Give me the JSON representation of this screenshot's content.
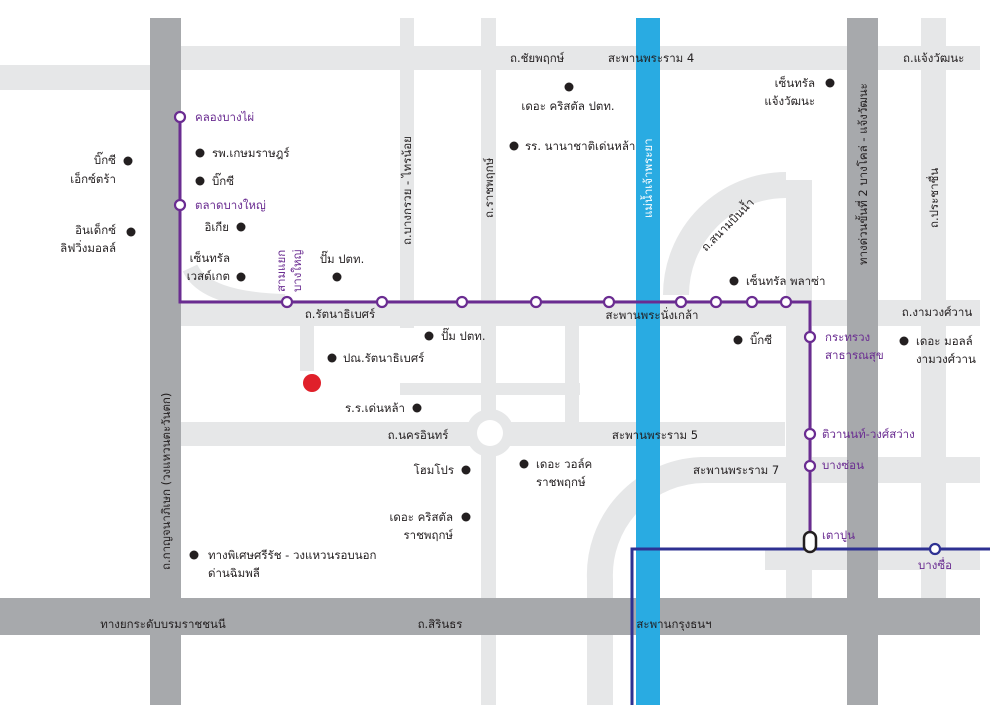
{
  "colors": {
    "purple_line": "#6a2c91",
    "blue_line": "#2e3192",
    "river": "#29abe2",
    "road_light": "#e6e7e8",
    "road_major": "#a7a9ac",
    "location_marker": "#e0202a"
  },
  "roads": {
    "chaiyaphruek": "ถ.ชัยพฤกษ์",
    "rama4_bridge": "สะพานพระราม 4",
    "chaengwattana": "ถ.แจ้งวัฒนะ",
    "bangkruai_sainoi": "ถ.บางกรวย - ไทรน้อย",
    "ratchaphruek": "ถ.ราชพฤกษ์",
    "river": "แม่น้ำเจ้าพระยา",
    "expressway2": "ทางด่วนขั้นที่ 2 บางโคล่ - แจ้งวัฒนะ",
    "prachachuen": "ถ.ประชาชื่น",
    "sanambinnam": "ถ.สนามบินน้ำ",
    "rattanathibet": "ถ.รัตนาธิเบศร์",
    "phranangklao": "สะพานพระนั่งเกล้า",
    "ngamwongwan": "ถ.งามวงศ์วาน",
    "kanchanaphisek": "ถ.กาญจนาภิเษก (วงแหวนตะวันตก)",
    "nakhon_in": "ถ.นครอินทร์",
    "rama5_bridge": "สะพานพระราม 5",
    "rama7_bridge": "สะพานพระราม 7",
    "boromratchachonnani": "ทางยกระดับบรมราชชนนี",
    "sirindhorn": "ถ.สิรินธร",
    "krungthon_bridge": "สะพานกรุงธนฯ"
  },
  "stations": {
    "khlong_bang_phai": "คลองบางไผ่",
    "talad_bang_yai": "ตลาดบางใหญ่",
    "sam_yaek_1": "สามแยก",
    "sam_yaek_2": "บางใหญ่",
    "ministry_1": "กระทรวง",
    "ministry_2": "สาธารณสุข",
    "tiwanon": "ติวานนท์-วงศ์สว่าง",
    "bang_son": "บางซ่อน",
    "tao_poon": "เตาปูน",
    "bang_sue": "บางซื่อ"
  },
  "places": {
    "crystal_ptt": "เดอะ คริสตัล ปตท.",
    "nanachat": "รร. นานาชาติเด่นหล้า",
    "central_cw_1": "เซ็นทรัล",
    "central_cw_2": "แจ้งวัฒนะ",
    "bigc_extra_1": "บิ๊กซี",
    "bigc_extra_2": "เอ็กซ์ตร้า",
    "index_1": "อินเด็กซ์",
    "index_2": "ลิฟวิ่งมอลล์",
    "kasemrad": "รพ.เกษมราษฎร์",
    "bigc_a": "บิ๊กซี",
    "ikea": "อิเกีย",
    "westgate_1": "เซ็นทรัล",
    "westgate_2": "เวสต์เกต",
    "ptt_a": "ปั๊ม ปตท.",
    "central_plaza": "เซ็นทรัล พลาซ่า",
    "ptt_b": "ปั๊ม ปตท.",
    "post_office": "ปณ.รัตนาธิเบศร์",
    "denla_school": "ร.ร.เด่นหล้า",
    "homepro": "โฮมโปร",
    "walk_1": "เดอะ วอล์ค",
    "walk_2": "ราชพฤกษ์",
    "crystal_rp_1": "เดอะ คริสตัล",
    "crystal_rp_2": "ราชพฤกษ์",
    "srirat_1": "ทางพิเศษศรีรัช - วงแหวนรอบนอก",
    "srirat_2": "ด่านฉิมพลี",
    "bigc_b": "บิ๊กซี",
    "mall_1": "เดอะ มอลล์",
    "mall_2": "งามวงศ์วาน"
  }
}
